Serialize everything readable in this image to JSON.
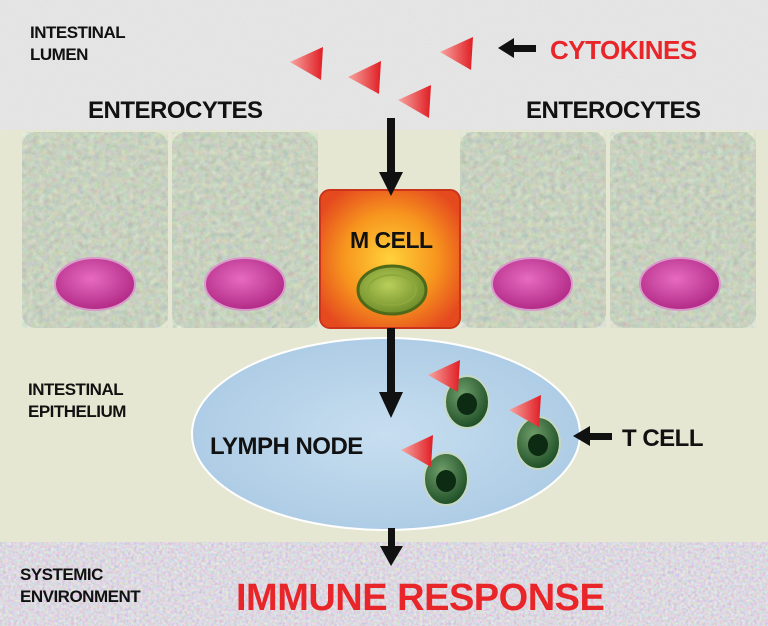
{
  "labels": {
    "intestinal_lumen": [
      "INTESTINAL",
      "LUMEN"
    ],
    "cytokines": "CYTOKINES",
    "enterocytes_left": "ENTEROCYTES",
    "enterocytes_right": "ENTEROCYTES",
    "m_cell": "M CELL",
    "intestinal_epithelium": [
      "INTESTINAL",
      "EPITHELIUM"
    ],
    "lymph_node": "LYMPH NODE",
    "t_cell": "T CELL",
    "systemic_environment": [
      "SYSTEMIC",
      "ENVIRONMENT"
    ],
    "immune_response": "IMMUNE RESPONSE"
  },
  "colors": {
    "accent_red": "#e8262a",
    "lumen_bg": "#e3e3e3",
    "epithelium_bg": "#e6e7d2",
    "lymph_node_fill": "#bcd6ea",
    "t_cell_green": "#2f6b3a",
    "m_cell_orange": "#f07a2a",
    "nucleus_magenta": "#c8348f"
  }
}
